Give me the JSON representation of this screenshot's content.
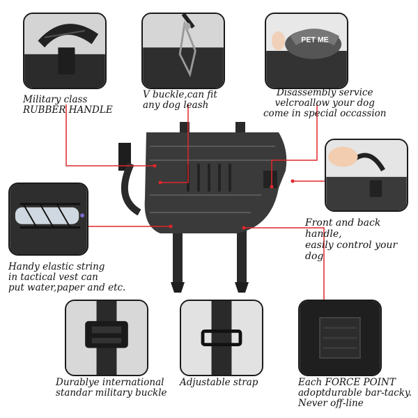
{
  "features": {
    "handle": "Military class\nRUBBER HANDLE",
    "vbuckle": "V buckle,can fit\nany dog leash",
    "velcro": "Disassembly service\nvelcroallow your dog\ncome in special occassion",
    "patch_text": "PET ME",
    "front_back": "Front and back handle,\neasily control your dog",
    "elastic": "Handy elastic string\nin tactical vest can\nput water,paper and etc.",
    "buckle": "Durablye international\nstandar  military buckle",
    "strap": "Adjustable strap",
    "force_point": "Each FORCE POINT\nadoptdurable bar-tacky.\nNever off-line"
  },
  "colors": {
    "leader_line": "#e0262b",
    "vest": "#3a3a3a",
    "photo_bg": "#cfcfcf",
    "border": "#1a1a1a"
  }
}
